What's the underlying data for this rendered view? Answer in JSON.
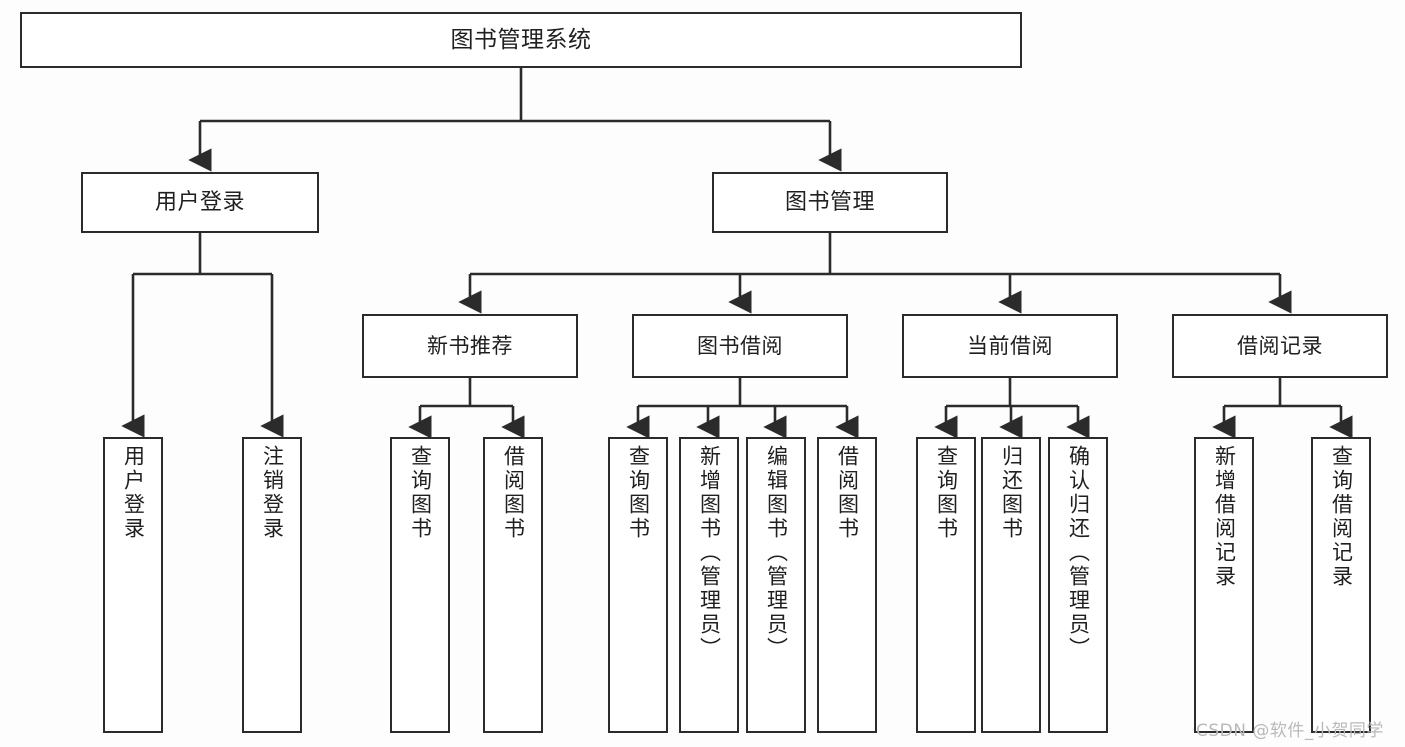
{
  "diagram": {
    "title": "图书管理系统",
    "type": "tree-hierarchy",
    "background_color": "#fdfdfd",
    "line_color": "#2b2b2b",
    "text_color": "#1f1f1f",
    "nodes": {
      "root": {
        "label": "图书管理系统"
      },
      "level1": [
        {
          "label": "用户登录"
        },
        {
          "label": "图书管理"
        }
      ],
      "level2": [
        {
          "label": "新书推荐"
        },
        {
          "label": "图书借阅"
        },
        {
          "label": "当前借阅"
        },
        {
          "label": "借阅记录"
        }
      ],
      "leaves": {
        "user_login": [
          {
            "label": "用户登录"
          },
          {
            "label": "注销登录"
          }
        ],
        "new_book_recommend": [
          {
            "label": "查询图书"
          },
          {
            "label": "借阅图书"
          }
        ],
        "book_borrow": [
          {
            "label": "查询图书"
          },
          {
            "label": "新增图书（管理员）"
          },
          {
            "label": "编辑图书（管理员）"
          },
          {
            "label": "借阅图书"
          }
        ],
        "current_borrow": [
          {
            "label": "查询图书"
          },
          {
            "label": "归还图书"
          },
          {
            "label": "确认归还（管理员）"
          }
        ],
        "borrow_record": [
          {
            "label": "新增借阅记录"
          },
          {
            "label": "查询借阅记录"
          }
        ]
      }
    },
    "watermark": "CSDN @软件_小贺同学"
  }
}
